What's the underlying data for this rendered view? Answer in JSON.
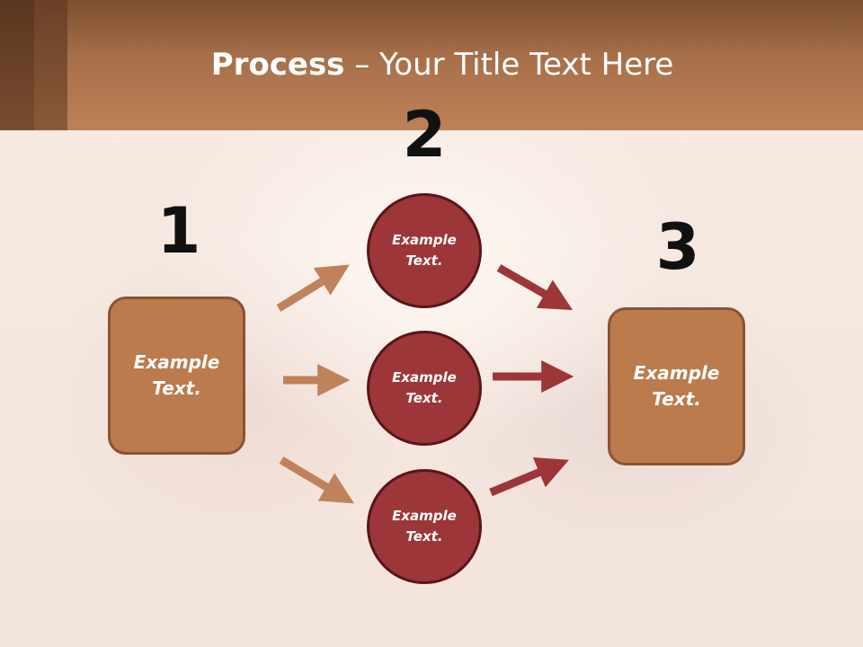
{
  "slide": {
    "title_bold": "Process",
    "title_rest": " – Your Title Text Here"
  },
  "steps": {
    "step1_number": "1",
    "step2_number": "2",
    "step3_number": "3"
  },
  "shapes": {
    "left_box_text": "Example Text.",
    "circle_top_text": "Example Text.",
    "circle_middle_text": "Example Text.",
    "circle_bottom_text": "Example Text.",
    "right_box_text": "Example Text."
  },
  "colors": {
    "header": "#b07650",
    "box_fill": "#bb7b4c",
    "circle_fill": "#9c3638",
    "arrow_tan": "#c0825a",
    "arrow_red": "#9c3638"
  }
}
